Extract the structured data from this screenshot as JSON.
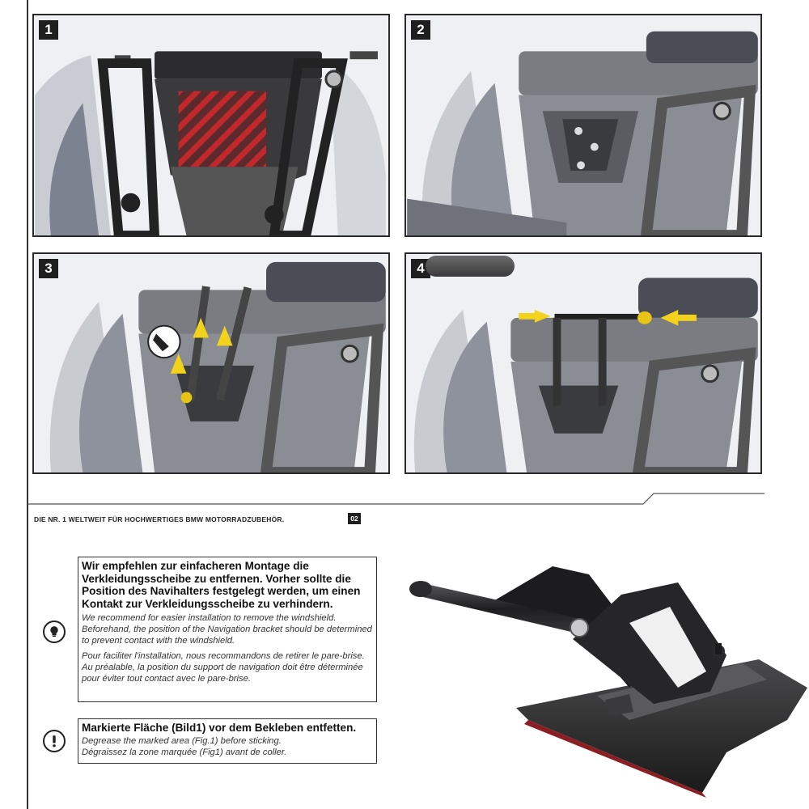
{
  "steps": [
    {
      "number": "1"
    },
    {
      "number": "2"
    },
    {
      "number": "3"
    },
    {
      "number": "4"
    }
  ],
  "footer": {
    "tagline": "DIE NR. 1 WELTWEIT FÜR HOCHWERTIGES BMW MOTORRADZUBEHÖR.",
    "page_number": "02"
  },
  "notes": [
    {
      "icon": "lightbulb-icon",
      "de": "Wir empfehlen zur einfacheren Montage die Verkleidungsscheibe zu entfernen. Vorher sollte die Position des Navihalters festgelegt werden, um einen Kontakt zur Verkleidungsscheibe zu verhindern.",
      "en": "We recommend for easier installation to remove the windshield. Beforehand, the position of the Navigation bracket should be determined to prevent contact with the windshield.",
      "fr": "Pour faciliter l'installation, nous recommandons de retirer le pare-brise. Au préalable, la position du support de navigation doit être déterminée pour éviter tout contact avec le pare-brise."
    },
    {
      "icon": "exclamation-icon",
      "de": "Markierte Fläche (Bild1) vor dem Bekleben entfetten.",
      "en": "Degrease the marked area (Fig.1) before sticking.",
      "fr": "Dégraissez la zone marquée (Fig1) avant de coller."
    }
  ],
  "colors": {
    "marked_area": "#c0282c",
    "arrow_highlight": "#f2d21a",
    "frame_dark": "#2a2a2a"
  }
}
